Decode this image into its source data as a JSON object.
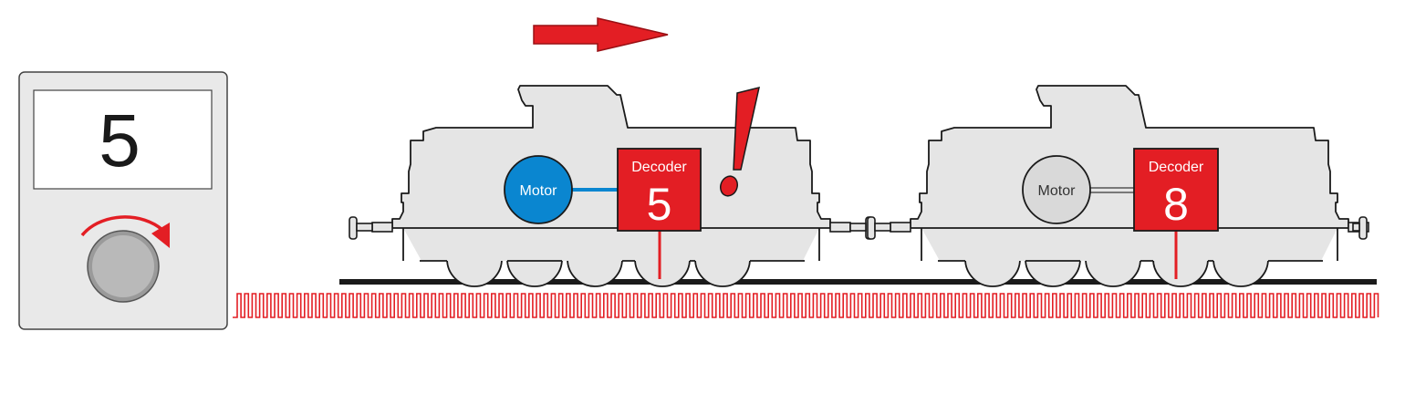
{
  "controller": {
    "display_value": "5"
  },
  "loco1": {
    "motor_label": "Motor",
    "decoder_label": "Decoder",
    "decoder_address": "5",
    "alert_mark": "!",
    "state": "active"
  },
  "loco2": {
    "motor_label": "Motor",
    "decoder_label": "Decoder",
    "decoder_address": "8",
    "state": "idle"
  },
  "colors": {
    "signal_red": "#e31e24",
    "motor_active": "#0a86d0",
    "motor_idle": "#d9d9d9",
    "body_fill": "#e5e5e5",
    "outline": "#1a1a1a"
  }
}
